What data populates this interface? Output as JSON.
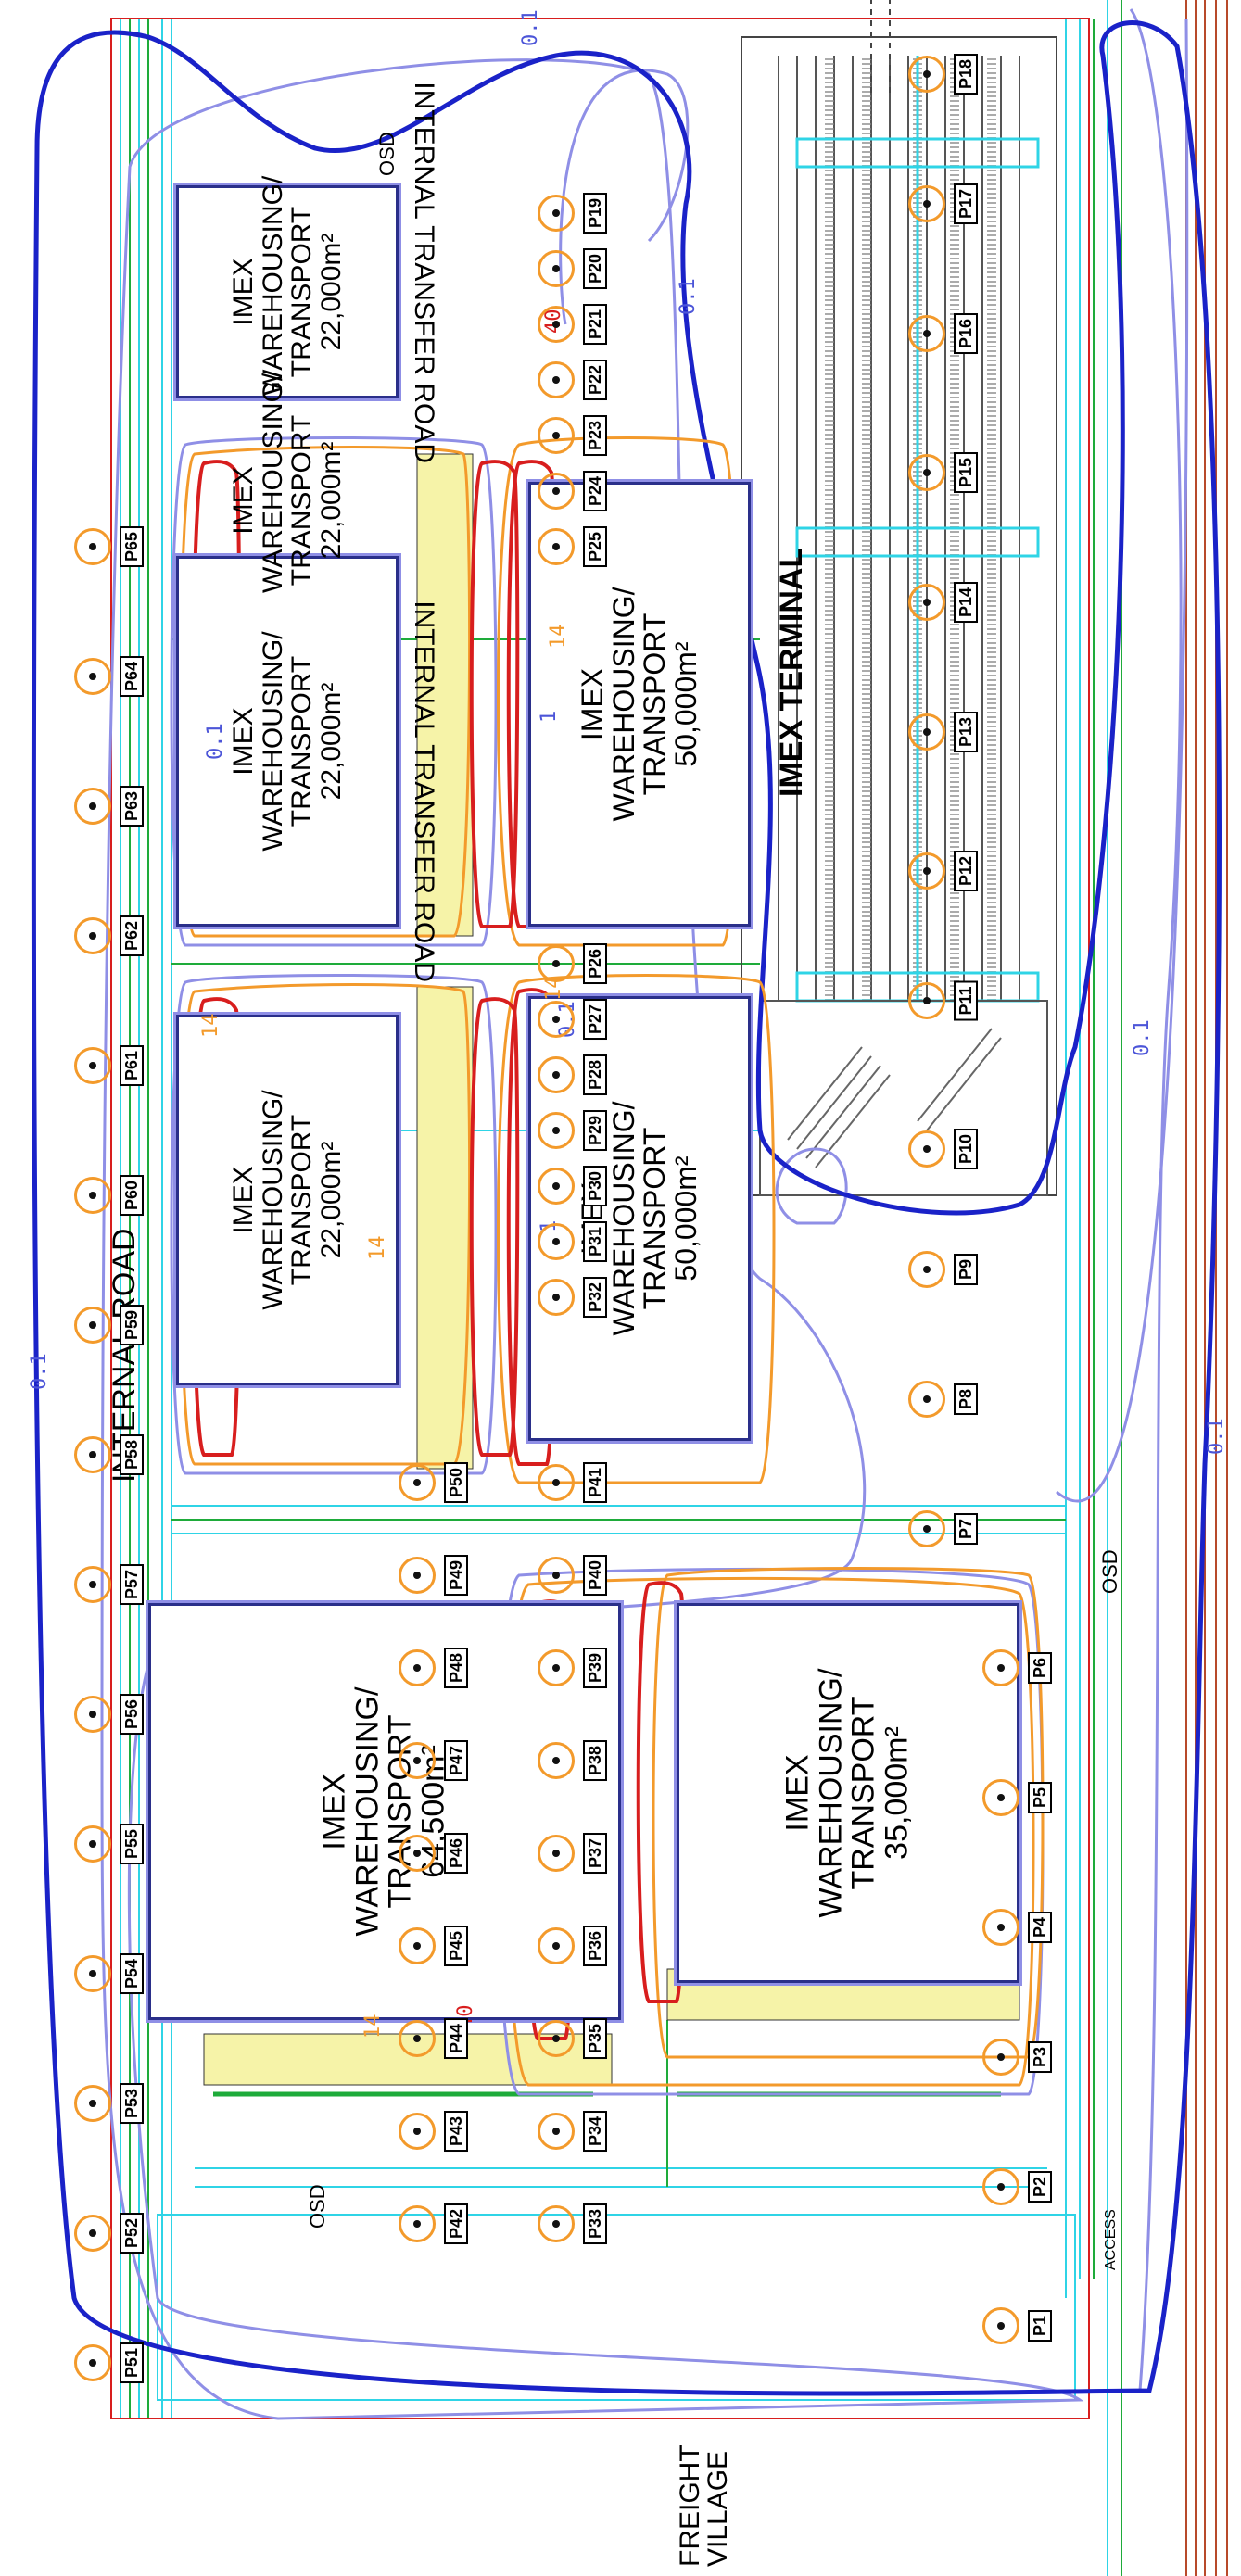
{
  "plan": {
    "buildings": [
      {
        "id": "b1",
        "lines": [
          "IMEX",
          "WAREHOUSING/",
          "TRANSPORT",
          "22,000m²"
        ]
      },
      {
        "id": "b2",
        "lines": [
          "IMEX",
          "WAREHOUSING/",
          "TRANSPORT",
          "22,000m²"
        ]
      },
      {
        "id": "b3",
        "lines": [
          "IMEX",
          "WAREHOUSING/",
          "TRANSPORT",
          "22,000m²"
        ]
      },
      {
        "id": "b4",
        "lines": [
          "IMEX",
          "WAREHOUSING/",
          "TRANSPORT",
          "22,000m²"
        ]
      },
      {
        "id": "b5",
        "lines": [
          "IMEX",
          "WAREHOUSING/",
          "TRANSPORT",
          "50,000m²"
        ]
      },
      {
        "id": "b6",
        "lines": [
          "IMEX",
          "WAREHOUSING/",
          "TRANSPORT",
          "50,000m²"
        ]
      },
      {
        "id": "b7",
        "lines": [
          "IMEX",
          "WAREHOUSING/",
          "TRANSPORT",
          "64,500m²"
        ]
      },
      {
        "id": "b8",
        "lines": [
          "IMEX",
          "WAREHOUSING/",
          "TRANSPORT",
          "35,000m²"
        ]
      }
    ],
    "labels": {
      "internal_road": "INTERNAL ROAD",
      "internal_transfer_road_1": "INTERNAL TRANSFER ROAD",
      "internal_transfer_road_2": "INTERNAL TRANSFER ROAD",
      "imex_terminal": "IMEX TERMINAL",
      "freight_village": "FREIGHT VILLAGE",
      "osd_1": "OSD",
      "osd_2": "OSD",
      "osd_3": "OSD",
      "access": "ACCESS"
    },
    "contour_values": [
      "0.1",
      "0.1",
      "0.1",
      "0.1",
      "0.1",
      "0.1",
      "0.1",
      "1",
      "14",
      "14",
      "14",
      "14",
      "14",
      "40",
      "40",
      "1"
    ],
    "pole_labels": [
      "P1",
      "P2",
      "P3",
      "P4",
      "P5",
      "P6",
      "P7",
      "P8",
      "P9",
      "P10",
      "P11",
      "P12",
      "P13",
      "P14",
      "P15",
      "P16",
      "P17",
      "P18",
      "P19",
      "P20",
      "P21",
      "P22",
      "P23",
      "P24",
      "P25",
      "P26",
      "P27",
      "P28",
      "P29",
      "P30",
      "P31",
      "P32",
      "P33",
      "P34",
      "P35",
      "P36",
      "P37",
      "P38",
      "P39",
      "P40",
      "P41",
      "P42",
      "P43",
      "P44",
      "P45",
      "P46",
      "P47",
      "P48",
      "P49",
      "P50",
      "P51",
      "P52",
      "P53",
      "P54",
      "P55",
      "P56",
      "P57",
      "P58",
      "P59",
      "P60",
      "P61",
      "P62",
      "P63",
      "P64",
      "P65"
    ],
    "colors": {
      "boundary": "#1a22c8",
      "contour_light": "#8f8fe6",
      "contour_orange": "#f39a2b",
      "contour_red": "#d81e1e",
      "road_cyan": "#2fd4e6",
      "road_green": "#1eab3a",
      "rail_brown": "#b84a2a"
    }
  }
}
